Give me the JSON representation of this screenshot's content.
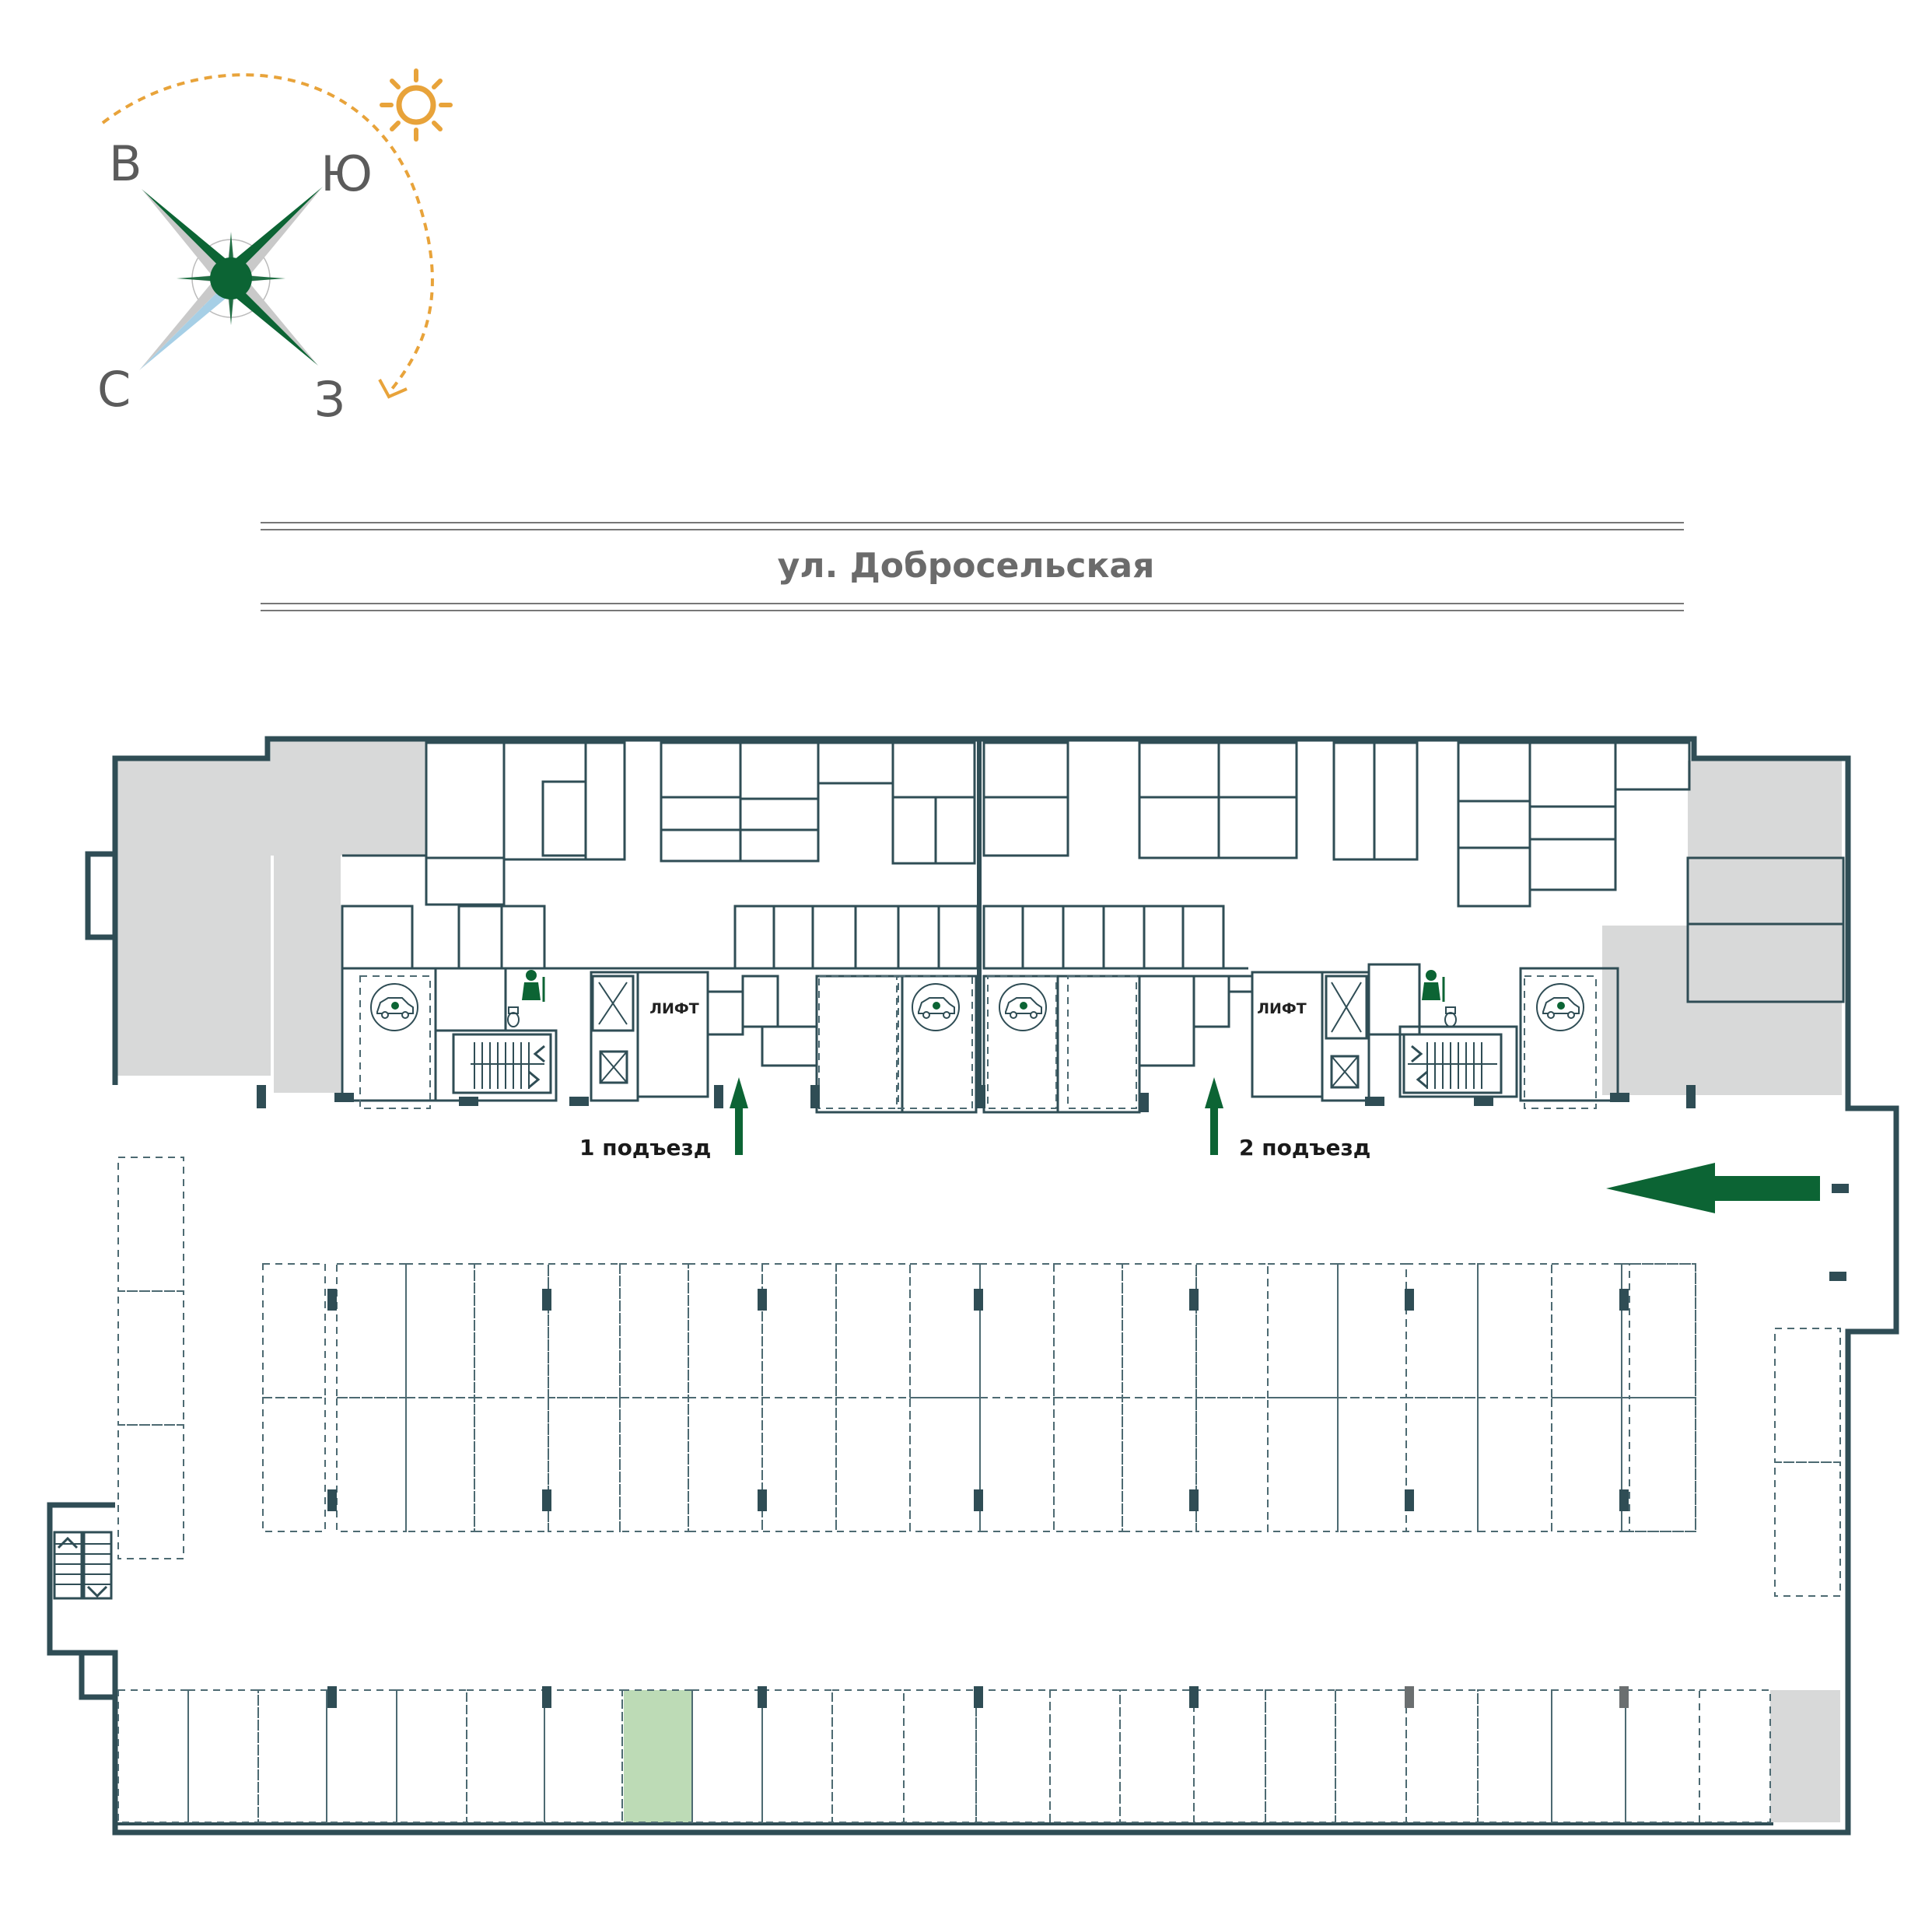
{
  "compass": {
    "north": "С",
    "east": "В",
    "south": "Ю",
    "west": "З",
    "sun_icon": "sun-icon",
    "arrow_color": "#e8a33a",
    "needle_color": "#0c6434",
    "needle_north_color": "#a6cfe6"
  },
  "street": {
    "name": "ул. Добросельская"
  },
  "building": {
    "lift_label": "ЛИФТ",
    "entrances": [
      {
        "label": "1 подъезд"
      },
      {
        "label": "2 подъезд"
      }
    ],
    "icons": [
      "ev-charging-car-icon",
      "cleaning-person-icon",
      "toilet-icon",
      "stairs-icon",
      "elevator-icon"
    ]
  },
  "parking": {
    "entry_arrow_icon": "entry-arrow-icon",
    "highlighted_space_color": "#bddbb6",
    "highlight_description": "selected parking space"
  },
  "colors": {
    "wall": "#2f4d55",
    "technical_room": "#d8d9d9",
    "accent_green": "#0c6434",
    "sun": "#e8a33a"
  }
}
